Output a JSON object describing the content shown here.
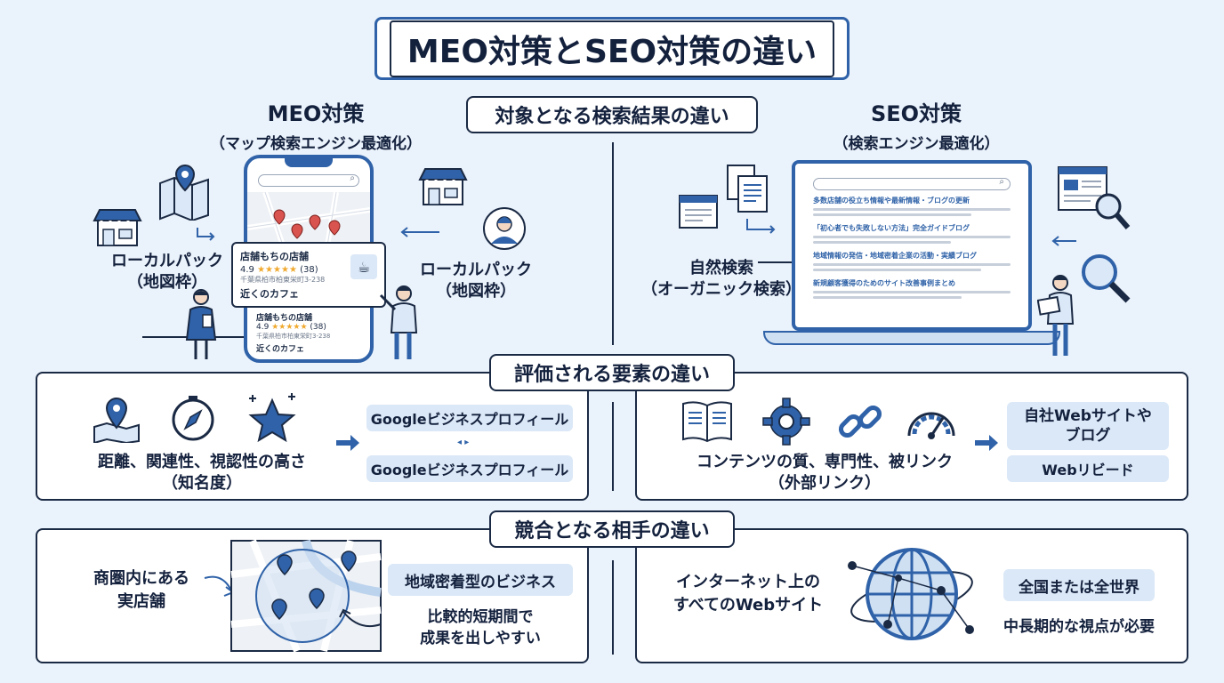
{
  "title": "MEO対策とSEO対策の違い",
  "sections": {
    "search_results": "対象となる検索結果の違い",
    "evaluated": "評価される要素の違い",
    "competitors": "競合となる相手の違い"
  },
  "meo": {
    "label": "MEO対策",
    "sub": "（マップ検索エンジン最適化）",
    "local_pack_left": [
      "ローカルパック",
      "（地図枠）"
    ],
    "local_pack_right": [
      "ローカルパック",
      "（地図枠）"
    ],
    "card1": {
      "name": "店舗もちの店舗",
      "rating": "4.9",
      "stars": "★★★★★",
      "count": "(38)",
      "address": "千葉県柏市柏東栄町3-238",
      "tag": "近くのカフェ"
    },
    "card2": {
      "name": "店舗もちの店舗",
      "rating": "4.9",
      "stars": "★★★★★",
      "count": "(38)",
      "address": "千葉県柏市柏東栄町3-238",
      "tag": "近くのカフェ"
    },
    "factors": [
      "距離、関連性、視認性の高さ",
      "（知名度）"
    ],
    "platform1": "Googleビジネスプロフィール",
    "platform2": "Googleビジネスプロフィール",
    "competitor": [
      "商圏内にある",
      "実店舗"
    ],
    "business": "地域密着型のビジネス",
    "results": [
      "比較的短期間で",
      "成果を出しやすい"
    ]
  },
  "seo": {
    "label": "SEO対策",
    "sub": "（検索エンジン最適化）",
    "organic": [
      "自然検索",
      "（オーガニック検索）"
    ],
    "results_links": [
      "多数店舗の役立ち情報や最新情報・ブログの更新",
      "「初心者でも失敗しない方法」完全ガイドブログ",
      "地域情報の発信・地域密着企業の活動・実績ブログ",
      "新規顧客獲得のためのサイト改善事例まとめ"
    ],
    "factors": [
      "コンテンツの質、専門性、被リンク",
      "（外部リンク）"
    ],
    "platform1": [
      "自社Webサイトや",
      "ブログ"
    ],
    "platform2": "Webリビード",
    "competitor": [
      "インターネット上の",
      "すべてのWebサイト"
    ],
    "scope": "全国または全世界",
    "results": "中長期的な視点が必要"
  },
  "colors": {
    "accent": "#2f62a8",
    "pin": "#d9534f",
    "chip": "#dbe8f7",
    "star": "#f0a92e"
  }
}
